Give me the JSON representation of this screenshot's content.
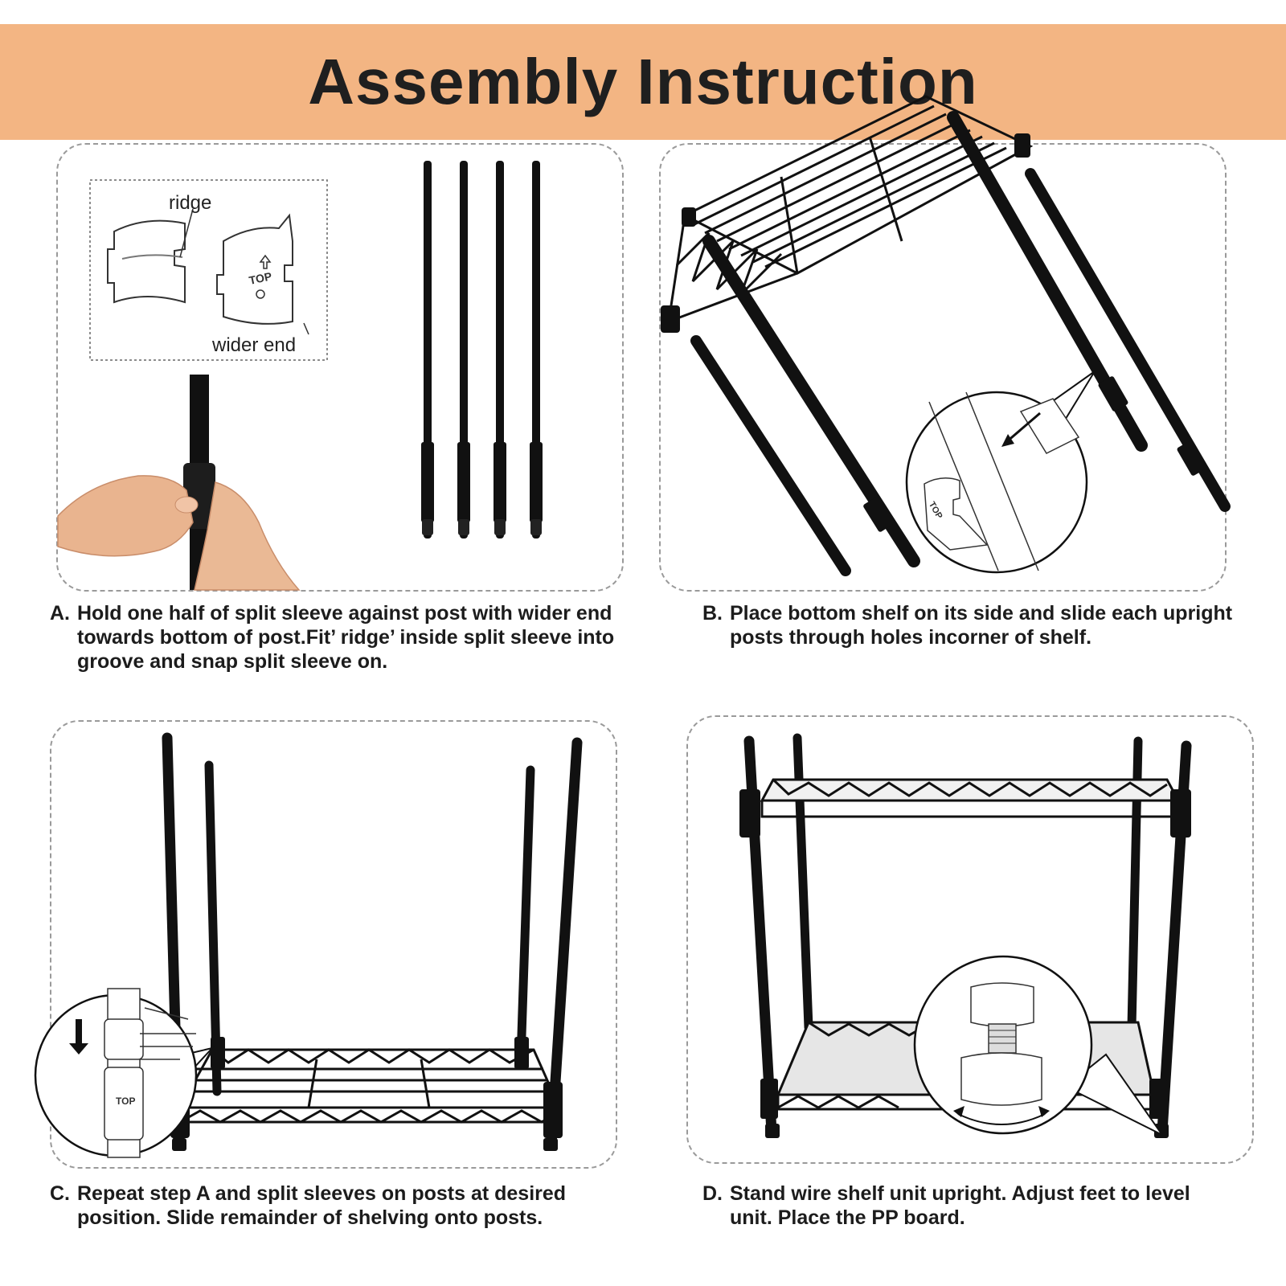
{
  "title": "Assembly Instruction",
  "panel_a": {
    "label_ridge": "ridge",
    "label_wider_end": "wider end",
    "label_top": "TOP"
  },
  "panel_c": {
    "label_top": "TOP"
  },
  "panel_b": {
    "label_top": "TOP"
  },
  "steps": [
    {
      "letter": "A.",
      "text": "Hold one half of split sleeve against post with wider end towards bottom of post.Fit’ ridge’ inside split sleeve into groove and snap split sleeve on."
    },
    {
      "letter": "B.",
      "text": " Place bottom shelf on its side and slide each upright posts through holes incorner of shelf."
    },
    {
      "letter": "C.",
      "text": "Repeat step A and split sleeves on posts at desired position. Slide remainder of shelving onto posts."
    },
    {
      "letter": "D.",
      "text": "Stand wire shelf unit upright. Adjust feet to level unit. Place the PP board."
    }
  ],
  "colors": {
    "banner": "#f3b583",
    "post": "#111111",
    "dashed_border": "#9a9a9a"
  }
}
